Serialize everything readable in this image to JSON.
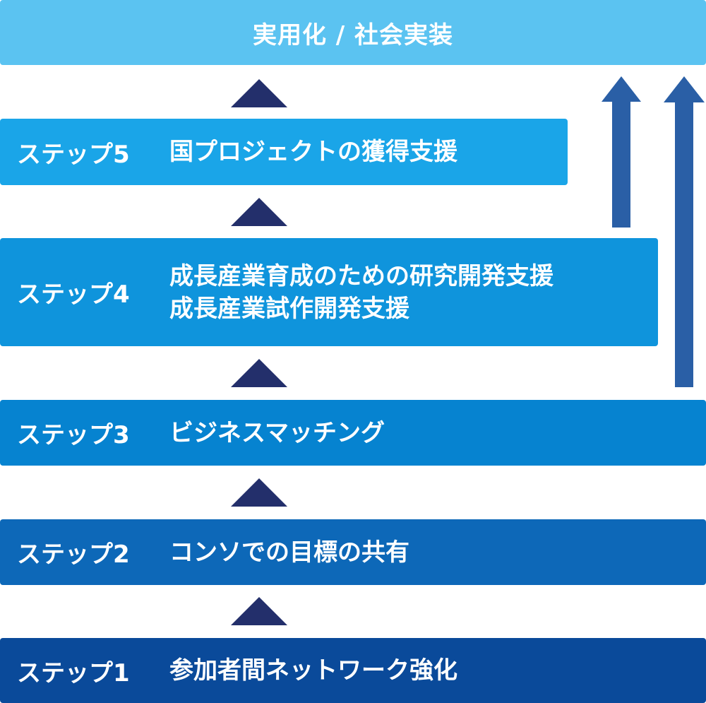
{
  "goal": {
    "text": "実用化 / 社会実装",
    "color": "#5bc3f1"
  },
  "steps": [
    {
      "label": "ステップ5",
      "lines": [
        "国プロジェクトの獲得支援"
      ],
      "color": "#1aa5e8"
    },
    {
      "label": "ステップ4",
      "lines": [
        "成長産業育成のための研究開発支援",
        "成長産業試作開発支援"
      ],
      "color": "#0f94dc"
    },
    {
      "label": "ステップ3",
      "lines": [
        "ビジネスマッチング"
      ],
      "color": "#0683d0"
    },
    {
      "label": "ステップ2",
      "lines": [
        "コンソでの目標の共有"
      ],
      "color": "#0d68b8"
    },
    {
      "label": "ステップ1",
      "lines": [
        "参加者間ネットワーク強化"
      ],
      "color": "#0a4a9a"
    }
  ],
  "connector_colors": {
    "triangle": "#232f6b",
    "long_arrow": "#2a5fa6"
  }
}
